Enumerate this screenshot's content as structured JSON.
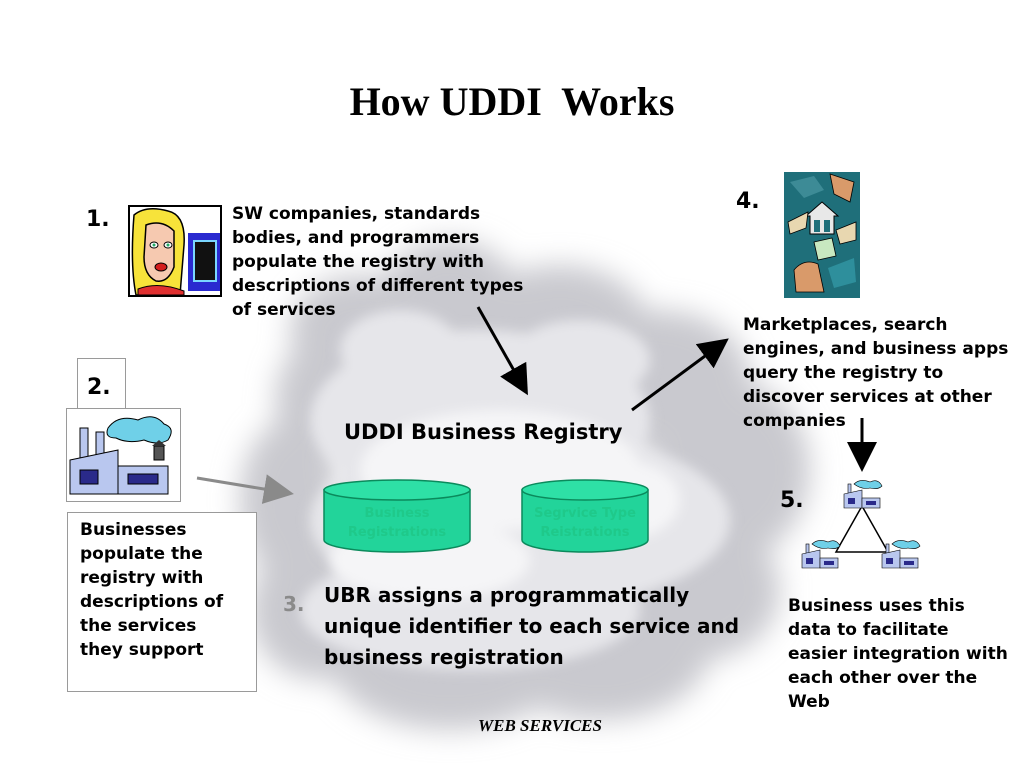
{
  "title": "How UDDI  Works",
  "steps": {
    "s1": {
      "number": "1.",
      "text": "SW companies, standards bodies, and programmers populate the registry with descriptions of different types of services"
    },
    "s2": {
      "number": "2.",
      "text": "Businesses populate the registry with descriptions of the services they support"
    },
    "s3": {
      "number": "3.",
      "text": "UBR assigns a programmatically unique identifier to each service and business registration"
    },
    "s4": {
      "number": "4.",
      "text": "Marketplaces, search engines, and business apps query the registry to discover services at other companies"
    },
    "s5": {
      "number": "5.",
      "text": "Business uses this data to facilitate easier integration with each other over the Web"
    }
  },
  "registry": {
    "label": "UDDI Business Registry",
    "db1": {
      "line1": "Business",
      "line2": "Registrations"
    },
    "db2": {
      "line1": "Segrvice Type",
      "line2": "Reistrations"
    }
  },
  "footer": "WEB SERVICES",
  "colors": {
    "cylinder_fill": "#22d49a",
    "cylinder_stroke": "#0b8a5c",
    "cylinder_text": "#1fc98a",
    "step3_number": "#8a8a8a",
    "arrow_gray": "#8a8a8a"
  },
  "icons": [
    "woman-at-computer-icon",
    "factory-icon",
    "hands-exchange-icon",
    "factory-network-icon"
  ]
}
